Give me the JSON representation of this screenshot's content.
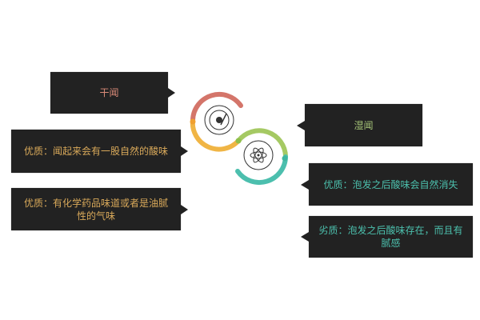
{
  "left": {
    "title": "干闻",
    "good": "优质：闻起来会有一股自然的酸味",
    "bad": "优质：有化学药品味道或者是油腻性的气味"
  },
  "right": {
    "title": "湿闻",
    "good": "优质：泡发之后酸味会自然消失",
    "bad": "劣质：泡发之后酸味存在，而且有腻感"
  },
  "icons": {
    "top": "gauge-icon",
    "bottom": "atom-icon"
  },
  "colors": {
    "red": "#d4756a",
    "orange": "#f0b545",
    "green": "#a5c963",
    "teal": "#4cbfae",
    "box": "#222222"
  }
}
